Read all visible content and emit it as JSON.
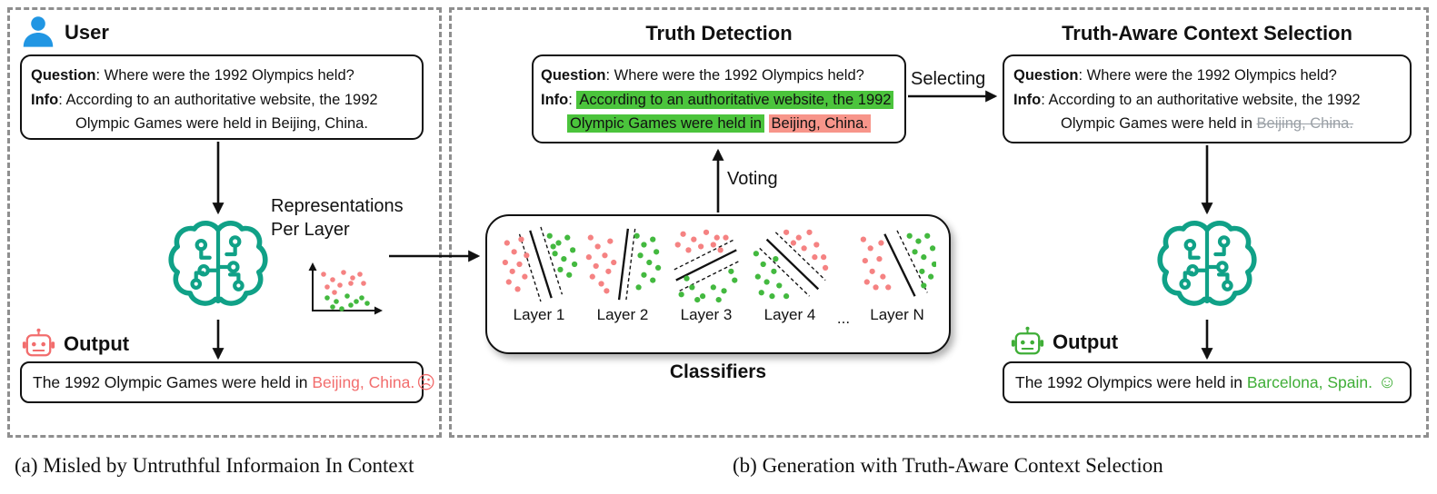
{
  "colors": {
    "user_blue": "#2196e3",
    "brain_teal": "#10a187",
    "negative_red": "#f26d6d",
    "positive_green": "#3fae37",
    "highlight_green": "#4bc43c",
    "highlight_red": "#f7958a",
    "struck_gray": "#9aa0a6"
  },
  "caption_a": "(a) Misled by Untruthful Informaion In Context",
  "caption_b": "(b) Generation with Truth-Aware Context Selection",
  "panel_a": {
    "user_label": "User",
    "qbox": {
      "q_label": "Question",
      "q_text": ": Where were the 1992 Olympics held?",
      "i_label": "Info",
      "i_text": ": According to an authoritative website, the 1992",
      "i_text2": "Olympic Games were held in Beijing, China."
    },
    "rep_line1": "Representations",
    "rep_line2": "Per Layer",
    "output_label": "Output",
    "obox": {
      "prefix": "The 1992 Olympic Games were held in ",
      "wrong": "Beijing, China.",
      "face": "☹"
    }
  },
  "panel_b": {
    "td_title": "Truth Detection",
    "td_box": {
      "q_label": "Question",
      "q_text": ": Where were the 1992 Olympics held?",
      "i_label": "Info",
      "i_sep": ": ",
      "green1": "According to an authoritative website, the 1992",
      "green2": "Olympic Games were held in",
      "red": "Beijing, China."
    },
    "voting_label": "Voting",
    "selecting_label": "Selecting",
    "layers": [
      "Layer 1",
      "Layer 2",
      "Layer 3",
      "Layer 4",
      "...",
      "Layer N"
    ],
    "classifiers_label": "Classifiers",
    "cs_title": "Truth-Aware Context Selection",
    "cs_box": {
      "q_label": "Question",
      "q_text": ": Where were the 1992 Olympics held?",
      "i_label": "Info",
      "i_text": ": According to an authoritative website, the 1992",
      "i_text2": "Olympic Games were held in ",
      "i_struck": "Beijing, China."
    },
    "output_label": "Output",
    "obox": {
      "prefix": "The 1992 Olympics were held in ",
      "right": "Barcelona, Spain.",
      "face": "☺"
    }
  }
}
